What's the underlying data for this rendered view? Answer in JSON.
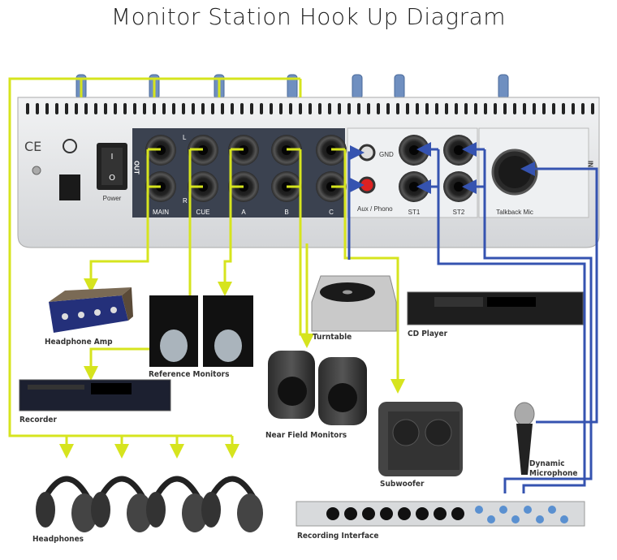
{
  "title": "Monitor Station Hook Up Diagram",
  "panel": {
    "ce_mark": "CE",
    "power_label": "Power",
    "out_label": "OUT",
    "in_label": "IN",
    "outputs": [
      "MAIN",
      "CUE",
      "A",
      "B",
      "C"
    ],
    "inputs": [
      "Aux / Phono",
      "ST1",
      "ST2",
      "Talkback Mic"
    ],
    "gnd_label": "GND",
    "channel_left": "L",
    "channel_right": "R"
  },
  "devices": {
    "headphone_amp": "Headphone Amp",
    "reference_monitors": "Reference Monitors",
    "recorder": "Recorder",
    "headphones": "Headphones",
    "turntable": "Turntable",
    "cd_player": "CD Player",
    "near_field_monitors": "Near Field Monitors",
    "subwoofer": "Subwoofer",
    "dynamic_microphone_line1": "Dynamic",
    "dynamic_microphone_line2": "Microphone",
    "recording_interface": "Recording Interface"
  },
  "colors": {
    "output_cable": "#d6e41e",
    "input_cable": "#3553b0",
    "panel": "#e4e5e7",
    "dark_panel": "#3b4250"
  }
}
